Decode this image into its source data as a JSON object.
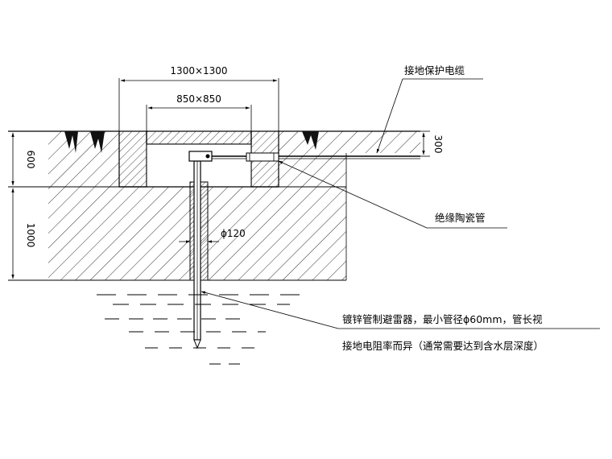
{
  "dimensions": {
    "outer_pit": "1300×1300",
    "inner_pit": "850×850",
    "depth_upper": "600",
    "depth_lower": "1000",
    "top_slab": "300",
    "pipe_diameter": "ϕ120"
  },
  "labels": {
    "ground_cable": "接地保护电缆",
    "ceramic_tube": "绝缘陶瓷管",
    "rod_line1": "镀锌管制避雷器，最小管径ϕ60mm，管长视",
    "rod_line2": "接地电阻率而异（通常需要达到含水层深度）"
  },
  "colors": {
    "line": "#000000",
    "hatch": "#333333",
    "concrete": "#555555",
    "background": "#ffffff"
  }
}
